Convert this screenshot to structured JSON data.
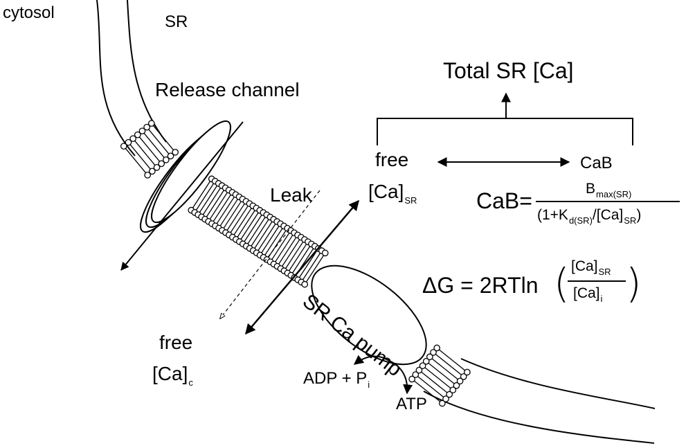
{
  "labels": {
    "cytosol": "cytosol",
    "sr": "SR",
    "release_channel": "Release channel",
    "leak": "Leak",
    "total_sr_ca": "Total SR [Ca]",
    "free_sr_line1": "free",
    "free_sr_line2": "[Ca]",
    "free_sr_sub": "SR",
    "cab": "CaB",
    "free_c_line1": "free",
    "free_c_line2": "[Ca]",
    "free_c_sub": "c",
    "sr_ca_pump": "SR Ca pump",
    "adp_pi": "ADP + P",
    "adp_pi_sub": "i",
    "atp": "ATP"
  },
  "equation_cab": {
    "lhs": "CaB=",
    "num_main": "B",
    "num_sub": "max(SR)",
    "den_open": "(1+K",
    "den_sub1": "d(SR)",
    "den_mid": "/[Ca]",
    "den_sub2": "SR",
    "den_close": ")"
  },
  "equation_dg": {
    "lhs": "ΔG = 2RTln",
    "num_main": "[Ca]",
    "num_sub": "SR",
    "den_main": "[Ca]",
    "den_sub": "i"
  }
}
